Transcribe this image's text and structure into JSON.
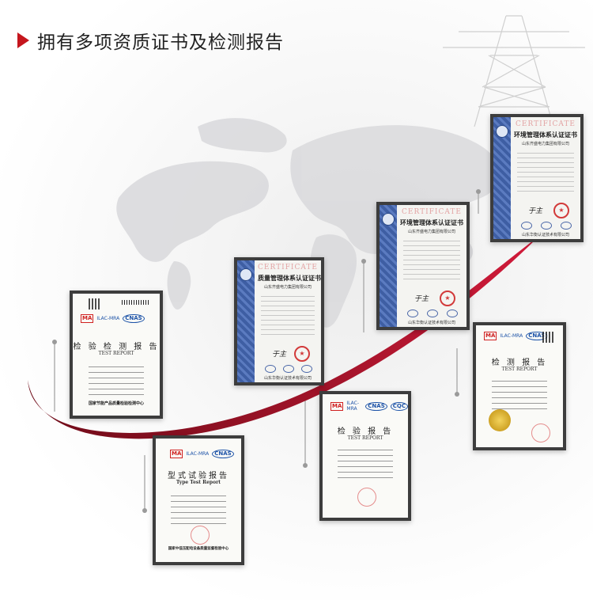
{
  "heading": {
    "text": "拥有多项资质证书及检测报告"
  },
  "certificates": [
    {
      "id": "cert-quality",
      "word": "CERTIFICATE",
      "title": "质量管理体系认证证书",
      "company": "山东齐盛电力集团有限公司",
      "signature": "于主",
      "footer": "山东华衡认证技术有限公司"
    },
    {
      "id": "cert-env-1",
      "word": "CERTIFICATE",
      "title": "环境管理体系认证证书",
      "company": "山东齐盛电力集团有限公司",
      "signature": "于主",
      "footer": "山东华衡认证技术有限公司"
    },
    {
      "id": "cert-env-2",
      "word": "CERTIFICATE",
      "title": "环境管理体系认证证书",
      "company": "山东齐盛电力集团有限公司",
      "signature": "于主",
      "footer": "山东华衡认证技术有限公司"
    }
  ],
  "reports": {
    "report1": {
      "logos": {
        "ma": "MA",
        "ilac": "ILAC-MRA",
        "cnas": "CNAS"
      },
      "title": "检 验 检 测 报 告",
      "subtitle": "TEST REPORT",
      "institution": "国家节能产品质量检验检测中心"
    },
    "report2": {
      "logos": {
        "ma": "MA",
        "ilac": "ILAC-MRA",
        "cnas": "CNAS"
      },
      "title": "型式试验报告",
      "subtitle": "Type Test Report",
      "institution": "国家中低压配电设备质量监督检验中心"
    },
    "report3": {
      "logos": {
        "ma": "MA",
        "ilac": "ILAC-MRA",
        "cnas": "CNAS",
        "cqc": "CQC"
      },
      "title": "检 验 报 告",
      "subtitle": "TEST REPORT"
    },
    "report4": {
      "logos": {
        "ma": "MA",
        "ilac": "ILAC-MRA",
        "cnas": "CNAS"
      },
      "title": "检 测 报 告",
      "subtitle": "TEST REPORT"
    }
  },
  "colors": {
    "accent": "#c5161d",
    "curve": "#7a0d1e",
    "frame": "#3d3d3d",
    "band": "#3e5ea3"
  }
}
